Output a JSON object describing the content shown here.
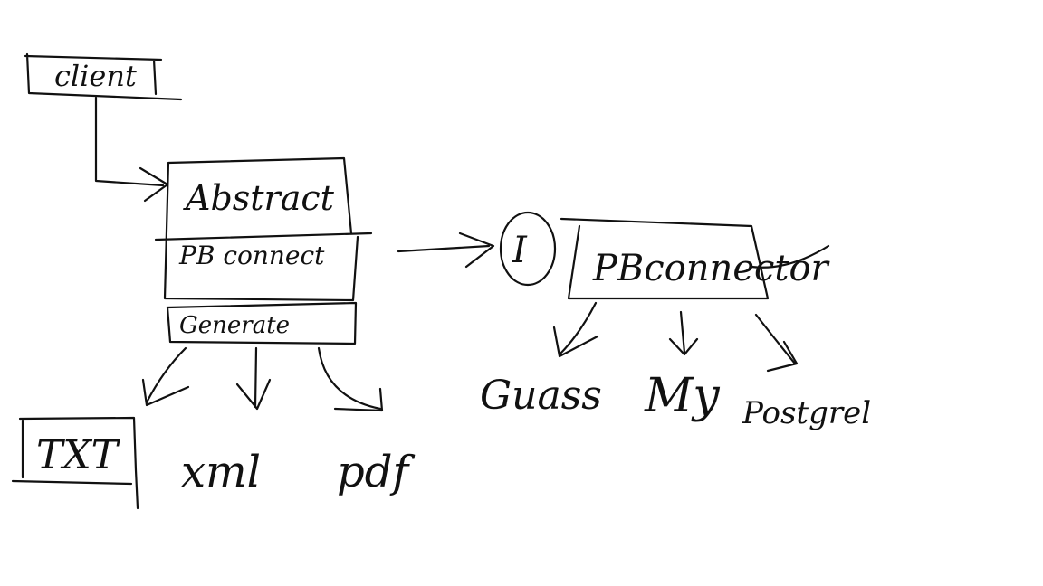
{
  "colors": {
    "ink": "#111111",
    "background": "#ffffff"
  },
  "nodes": {
    "client": "client",
    "abstract": "Abstract",
    "db_connect": "PB connect",
    "generate": "Generate",
    "interface": "I",
    "db_connector": "PBconnector"
  },
  "outputs": [
    "TXT",
    "xml",
    "pdf"
  ],
  "databases": [
    "Guass",
    "My",
    "Postgrel"
  ]
}
